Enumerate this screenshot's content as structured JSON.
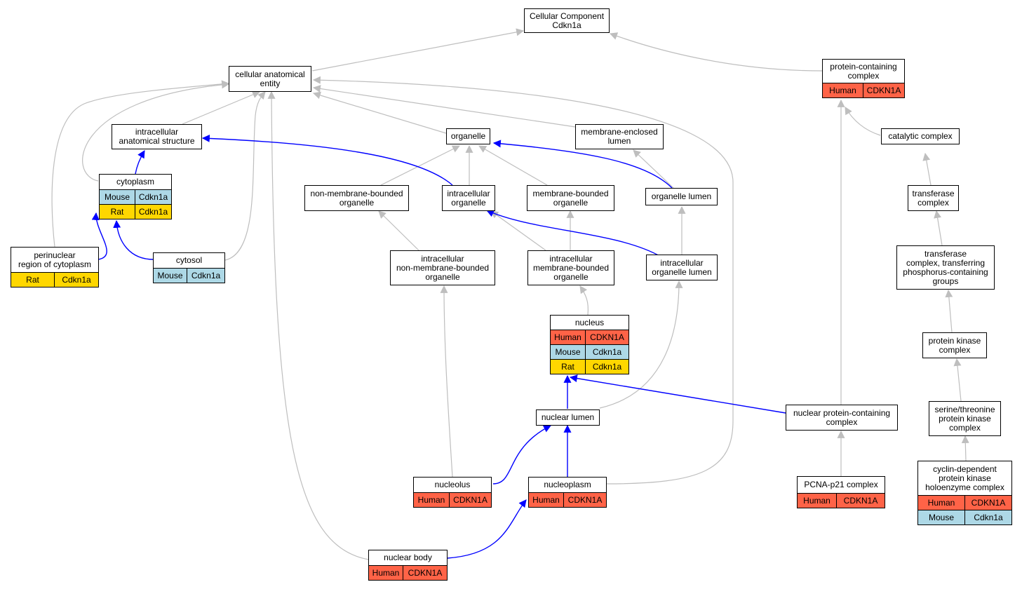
{
  "colors": {
    "Human": "#ff6347",
    "Mouse": "#add8e6",
    "Rat": "#ffd700",
    "edge_default": "#bebebe",
    "edge_highlight": "#0000ff"
  },
  "nodes": [
    {
      "id": "root",
      "label": "Cellular Component\nCdkn1a",
      "genes": []
    },
    {
      "id": "cae",
      "label": "cellular anatomical\nentity",
      "genes": []
    },
    {
      "id": "pcc",
      "label": "protein-containing\ncomplex",
      "genes": [
        {
          "species": "Human",
          "gene": "CDKN1A"
        }
      ]
    },
    {
      "id": "ias",
      "label": "intracellular\nanatomical structure",
      "genes": []
    },
    {
      "id": "organelle",
      "label": "organelle",
      "genes": []
    },
    {
      "id": "mel",
      "label": "membrane-enclosed\nlumen",
      "genes": []
    },
    {
      "id": "catcomplex",
      "label": "catalytic complex",
      "genes": []
    },
    {
      "id": "cytoplasm",
      "label": "cytoplasm",
      "genes": [
        {
          "species": "Mouse",
          "gene": "Cdkn1a"
        },
        {
          "species": "Rat",
          "gene": "Cdkn1a"
        }
      ]
    },
    {
      "id": "nmbo",
      "label": "non-membrane-bounded\norganelle",
      "genes": []
    },
    {
      "id": "io",
      "label": "intracellular\norganelle",
      "genes": []
    },
    {
      "id": "mbo",
      "label": "membrane-bounded\norganelle",
      "genes": []
    },
    {
      "id": "ol",
      "label": "organelle lumen",
      "genes": []
    },
    {
      "id": "tc",
      "label": "transferase\ncomplex",
      "genes": []
    },
    {
      "id": "perinuc",
      "label": "perinuclear\nregion of cytoplasm",
      "genes": [
        {
          "species": "Rat",
          "gene": "Cdkn1a"
        }
      ]
    },
    {
      "id": "cytosol",
      "label": "cytosol",
      "genes": [
        {
          "species": "Mouse",
          "gene": "Cdkn1a"
        }
      ]
    },
    {
      "id": "inmbo",
      "label": "intracellular\nnon-membrane-bounded\norganelle",
      "genes": []
    },
    {
      "id": "imbo",
      "label": "intracellular\nmembrane-bounded\norganelle",
      "genes": []
    },
    {
      "id": "iol",
      "label": "intracellular\norganelle lumen",
      "genes": []
    },
    {
      "id": "tcp",
      "label": "transferase\ncomplex, transferring\nphosphorus-containing\ngroups",
      "genes": []
    },
    {
      "id": "nucleus",
      "label": "nucleus",
      "genes": [
        {
          "species": "Human",
          "gene": "CDKN1A"
        },
        {
          "species": "Mouse",
          "gene": "Cdkn1a"
        },
        {
          "species": "Rat",
          "gene": "Cdkn1a"
        }
      ]
    },
    {
      "id": "pkc",
      "label": "protein kinase\ncomplex",
      "genes": []
    },
    {
      "id": "nlumen",
      "label": "nuclear lumen",
      "genes": []
    },
    {
      "id": "npcc",
      "label": "nuclear protein-containing\ncomplex",
      "genes": []
    },
    {
      "id": "stpkc",
      "label": "serine/threonine\nprotein kinase\ncomplex",
      "genes": []
    },
    {
      "id": "nucleolus",
      "label": "nucleolus",
      "genes": [
        {
          "species": "Human",
          "gene": "CDKN1A"
        }
      ]
    },
    {
      "id": "nucleoplasm",
      "label": "nucleoplasm",
      "genes": [
        {
          "species": "Human",
          "gene": "CDKN1A"
        }
      ]
    },
    {
      "id": "pcna",
      "label": "PCNA-p21 complex",
      "genes": [
        {
          "species": "Human",
          "gene": "CDKN1A"
        }
      ]
    },
    {
      "id": "cdpk",
      "label": "cyclin-dependent\nprotein kinase\nholoenzyme complex",
      "genes": [
        {
          "species": "Human",
          "gene": "CDKN1A"
        },
        {
          "species": "Mouse",
          "gene": "Cdkn1a"
        }
      ]
    },
    {
      "id": "nbody",
      "label": "nuclear body",
      "genes": [
        {
          "species": "Human",
          "gene": "CDKN1A"
        }
      ]
    }
  ]
}
